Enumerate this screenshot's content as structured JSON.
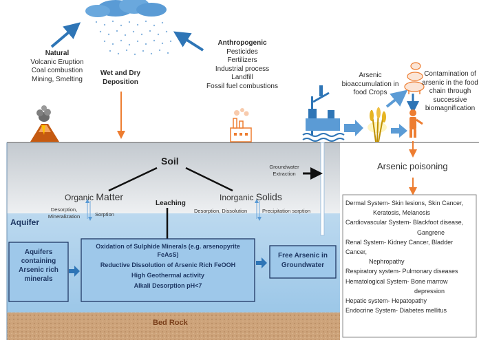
{
  "top": {
    "natural": {
      "title": "Natural",
      "items": [
        "Volcanic Eruption",
        "Coal combustion",
        "Mining, Smelting"
      ]
    },
    "deposition": [
      "Wet and Dry",
      "Deposition"
    ],
    "anthropogenic": {
      "title": "Anthropogenic",
      "items": [
        "Pesticides",
        "Fertilizers",
        "Industrial process",
        "Landfill",
        "Fossil fuel combustions"
      ]
    },
    "bioaccumulation": [
      "Arsenic",
      "bioaccumulation in",
      "food Crops"
    ],
    "contamination": [
      "Contamination of",
      "arsenic in the food",
      "chain through",
      "successive",
      "biomagnification"
    ]
  },
  "ground": {
    "soil": "Soil",
    "organic_matter_a": "Organic ",
    "organic_matter_b": "Matter",
    "inorganic_solids_a": "Inorganic ",
    "inorganic_solids_b": "Solids",
    "leaching": "Leaching",
    "desorption_mineralization": [
      "Desorption,",
      "Mineralization"
    ],
    "sorption": "Sorption",
    "desorption_dissolution": "Desorption, Dissolution",
    "precipitation_sorption": "Precipitation sorption",
    "groundwater_extraction": [
      "Groundwater",
      "Extraction"
    ],
    "aquifer": "Aquifer",
    "aquifers_box": [
      "Aquifers",
      "containing",
      "Arsenic rich",
      "minerals"
    ],
    "processes": [
      "Oxidation of Sulphide Minerals (e.g. arsenopyrite",
      "FeAsS)",
      "Reductive Dissolution of Arsenic Rich FeOOH",
      "High Geothermal activity",
      "Alkali Desorption pH<7"
    ],
    "free_arsenic": [
      "Free Arsenic in",
      "Groundwater"
    ],
    "bed_rock": "Bed Rock"
  },
  "poisoning": {
    "title": "Arsenic poisoning",
    "effects": [
      "Dermal System- Skin lesions, Skin Cancer,",
      "Keratosis,  Melanosis",
      "Cardiovascular System- Blackfoot disease,",
      "Gangrene",
      "Renal System- Kidney Cancer, Bladder Cancer,",
      "Nephropathy",
      "Respiratory system- Pulmonary diseases",
      "Hematological System- Bone marrow",
      "depression",
      "Hepatic system- Hepatopathy",
      "Endocrine System- Diabetes mellitus"
    ]
  },
  "colors": {
    "arrow_blue": "#2e75b6",
    "arrow_orange": "#ed7d31",
    "soil_grey": "#d0d4d8",
    "aquifer_blue": "#a9cdea",
    "box_blue": "#9ec8ea",
    "bed_rock": "#c9a27c",
    "box_border": "#1f3864"
  }
}
